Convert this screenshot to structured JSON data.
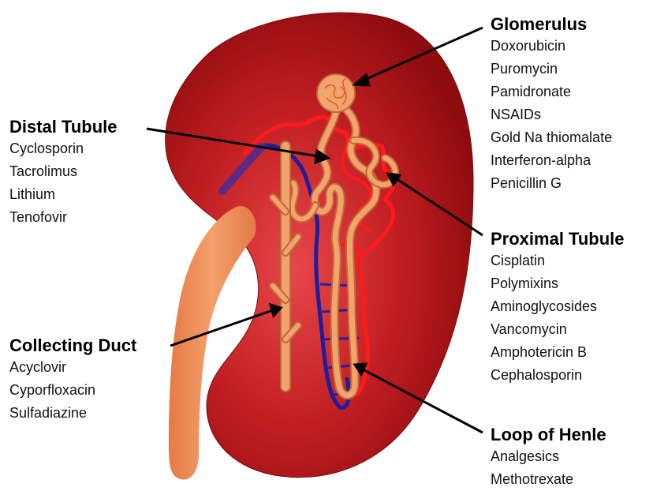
{
  "regions": {
    "glomerulus": {
      "title": "Glomerulus",
      "drugs": [
        "Doxorubicin",
        "Puromycin",
        "Pamidronate",
        "NSAIDs",
        "Gold Na thiomalate",
        "Interferon-alpha",
        "Penicillin G"
      ]
    },
    "distal_tubule": {
      "title": "Distal Tubule",
      "drugs": [
        "Cyclosporin",
        "Tacrolimus",
        "Lithium",
        "Tenofovir"
      ]
    },
    "proximal_tubule": {
      "title": "Proximal Tubule",
      "drugs": [
        "Cisplatin",
        "Polymixins",
        "Aminoglycosides",
        "Vancomycin",
        "Amphotericin B",
        "Cephalosporin"
      ]
    },
    "collecting_duct": {
      "title": "Collecting Duct",
      "drugs": [
        "Acyclovir",
        "Cyporfloxacin",
        "Sulfadiazine"
      ]
    },
    "loop_of_henle": {
      "title": "Loop of Henle",
      "drugs": [
        "Analgesics",
        "Methotrexate"
      ]
    }
  },
  "colors": {
    "kidney_light": "#e8474a",
    "kidney_dark": "#8e0b0e",
    "nephron": "#f2a46c",
    "artery": "#ff1a1a",
    "vein": "#1d1d9e",
    "ureter": "#f0955e"
  }
}
